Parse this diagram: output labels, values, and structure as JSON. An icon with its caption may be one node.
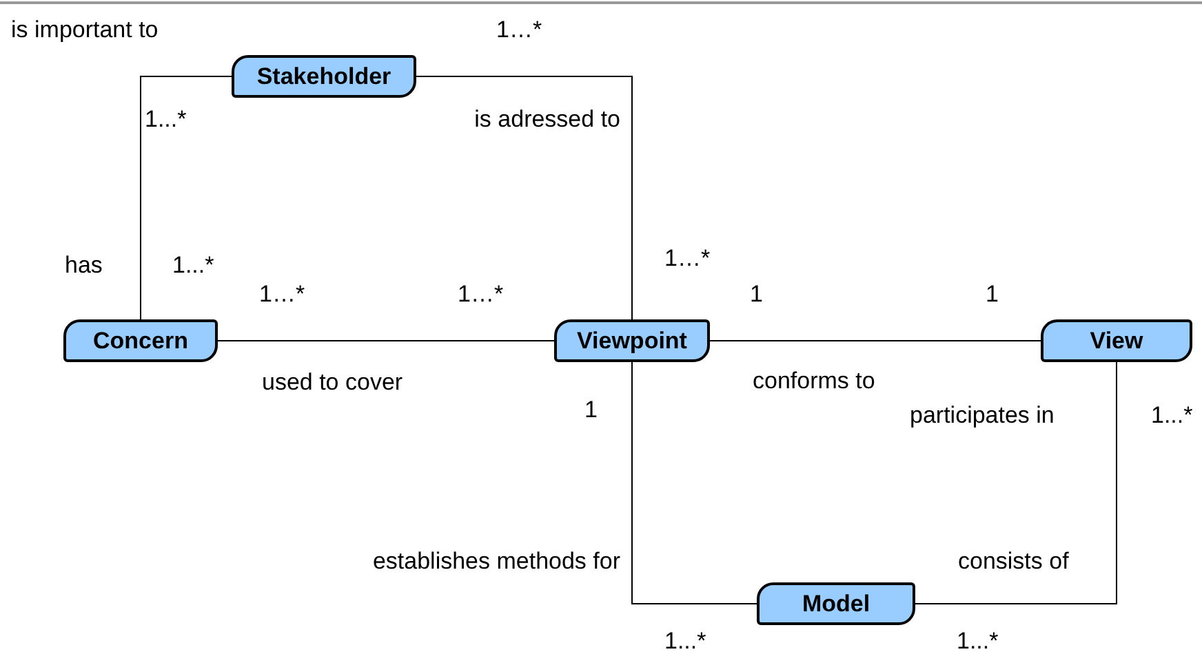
{
  "diagram": {
    "nodes": [
      {
        "text": [
          "Stakeholder"
        ]
      },
      {
        "text": [
          "Concern"
        ]
      },
      {
        "text": [
          "Viewpoint"
        ]
      },
      {
        "text": [
          "View"
        ]
      },
      {
        "text": [
          "Model"
        ]
      }
    ],
    "edges": [
      {
        "from": 0,
        "to": 1,
        "arrow": "none",
        "label": "has"
      },
      {
        "from": 0,
        "to": 2,
        "arrow": "none",
        "label": "is adressed to"
      },
      {
        "from": 1,
        "to": 2,
        "arrow": "none",
        "label": "used to cover"
      },
      {
        "from": 2,
        "to": 3,
        "arrow": "none",
        "label": "conforms to"
      },
      {
        "from": 2,
        "to": 4,
        "arrow": "none",
        "label": "establishes methods for"
      },
      {
        "from": 3,
        "to": 4,
        "arrow": "none",
        "label": "consists of"
      }
    ],
    "labels": [
      "is important to",
      "1…*",
      "1...*",
      "1…*",
      "1...*",
      "1…*",
      "1…*",
      "1",
      "1",
      "1",
      "participates in",
      "1...*",
      "1...*",
      "1...*"
    ]
  }
}
